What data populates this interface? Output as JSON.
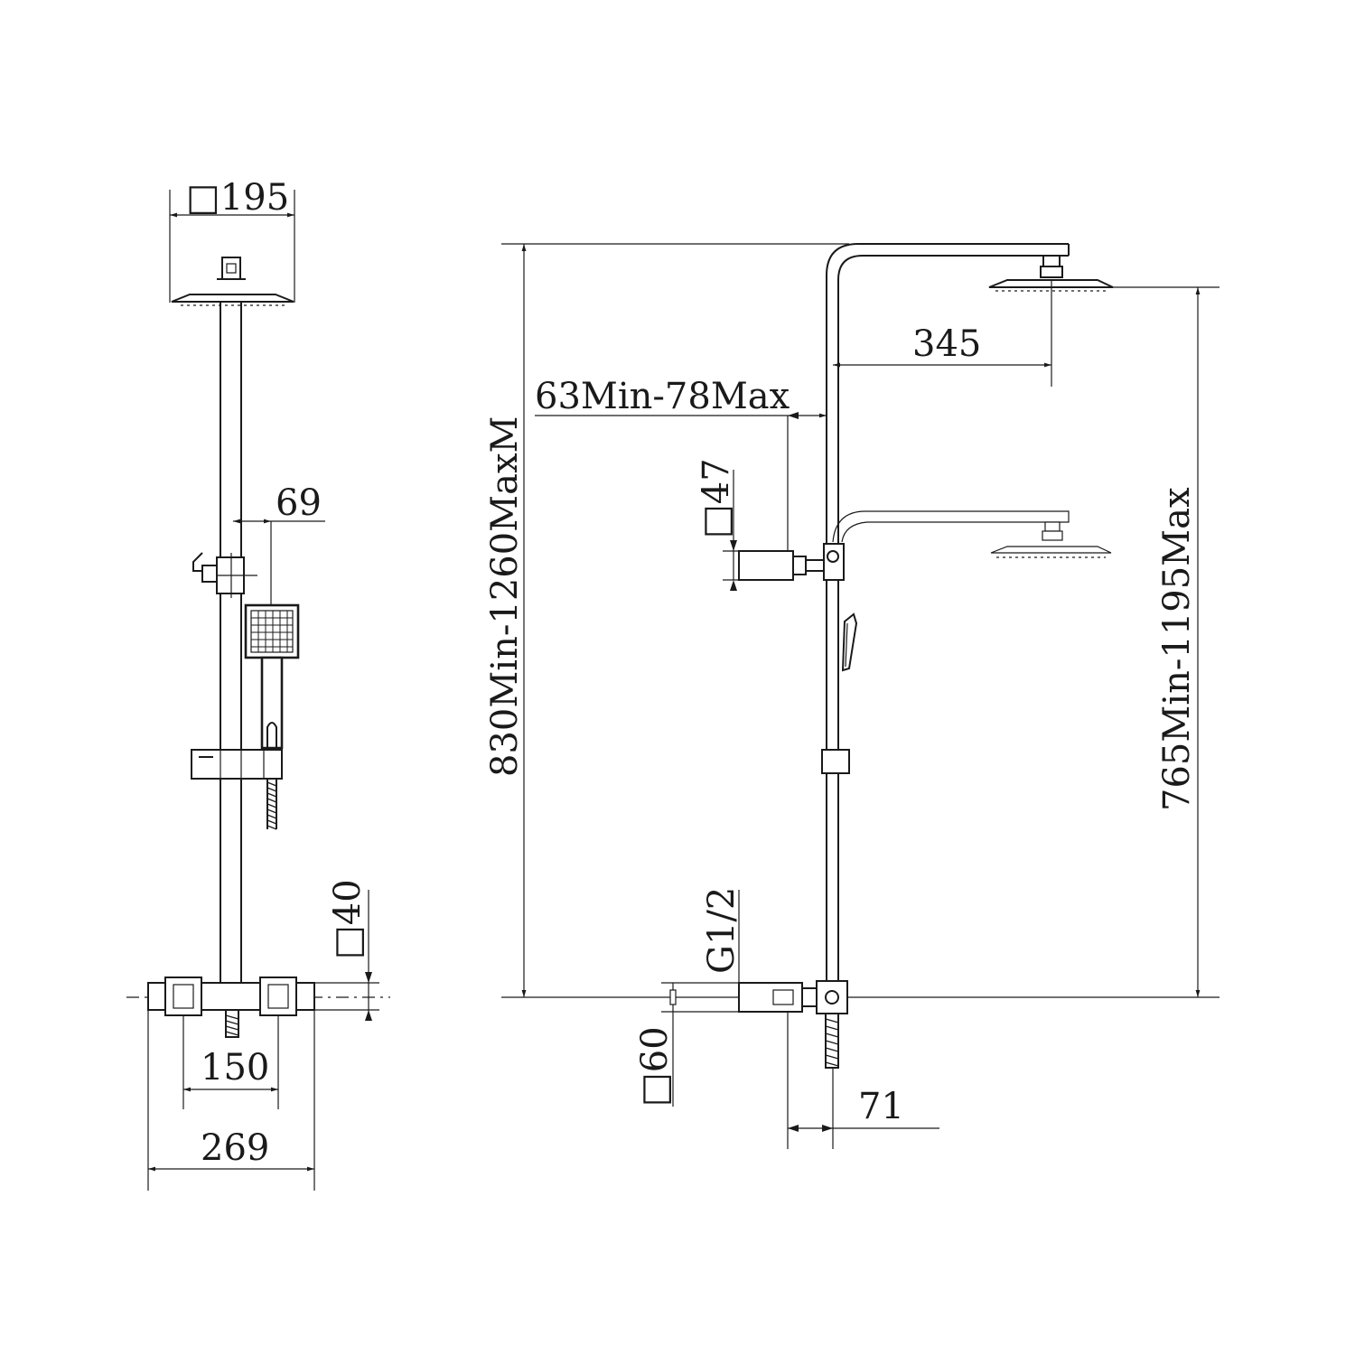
{
  "front_view": {
    "head_width_label": "□195",
    "outlet_offset_label": "69",
    "body_height_label": "□40",
    "inlet_spacing_label": "150",
    "overall_width_label": "269"
  },
  "side_view": {
    "arm_reach_label": "345",
    "wall_offset_label": "63Min-78Max",
    "diverter_size_label": "□47",
    "overall_height_label": "830Min-1260MaxM",
    "head_height_label": "765Min-1195Max",
    "thread_label": "G1/2",
    "inlet_size_label": "□60",
    "base_depth_label": "71"
  }
}
